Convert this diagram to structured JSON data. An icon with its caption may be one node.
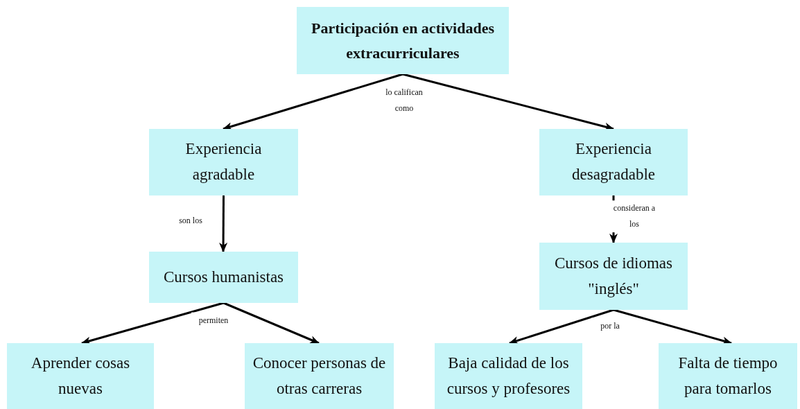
{
  "diagram": {
    "nodes": [
      {
        "text": [
          "Participación en actividades extracurriculares"
        ]
      },
      {
        "text": [
          "Experiencia agradable"
        ]
      },
      {
        "text": [
          "Experiencia desagradable"
        ]
      },
      {
        "text": [
          "Cursos humanistas"
        ]
      },
      {
        "text": [
          "Cursos de idiomas \"inglés\""
        ]
      },
      {
        "text": [
          "Aprender cosas nuevas"
        ]
      },
      {
        "text": [
          "Conocer personas de otras carreras"
        ]
      },
      {
        "text": [
          "Baja calidad de los cursos y profesores"
        ]
      },
      {
        "text": [
          "Falta de tiempo para tomarlos"
        ]
      }
    ],
    "edges": [
      {
        "from": 0,
        "to": 1,
        "arrow": "to",
        "label": "lo califican como"
      },
      {
        "from": 0,
        "to": 2,
        "arrow": "to"
      },
      {
        "from": 1,
        "to": 3,
        "arrow": "to",
        "label": "son los"
      },
      {
        "from": 2,
        "to": 4,
        "arrow": "to",
        "label": "consideran a los"
      },
      {
        "from": 3,
        "to": 5,
        "arrow": "to",
        "label": "permiten"
      },
      {
        "from": 3,
        "to": 6,
        "arrow": "to"
      },
      {
        "from": 4,
        "to": 7,
        "arrow": "to",
        "label": "por la"
      },
      {
        "from": 4,
        "to": 8,
        "arrow": "to"
      }
    ]
  }
}
